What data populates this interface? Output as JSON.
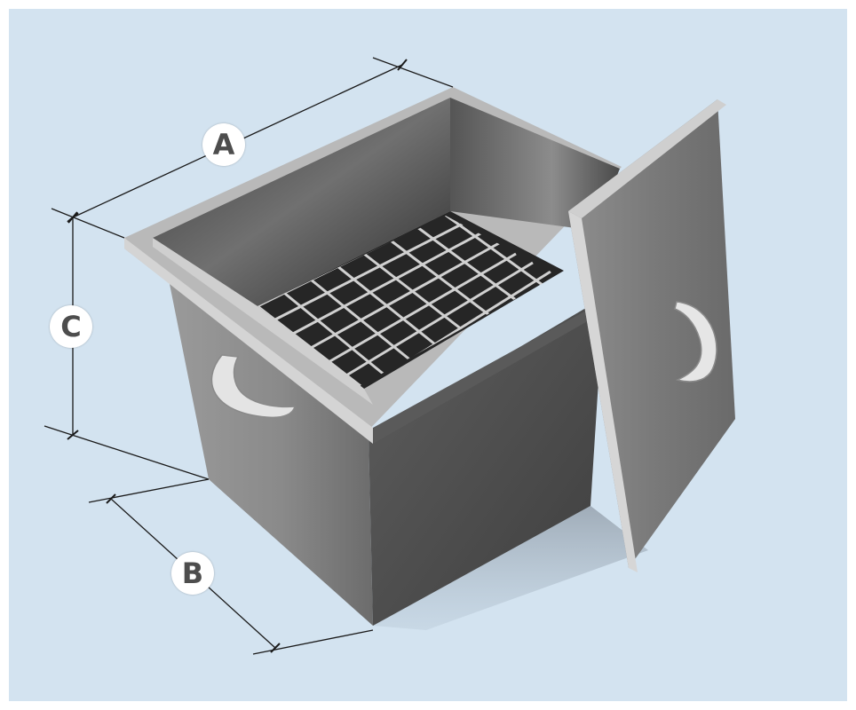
{
  "labels": {
    "a": "A",
    "b": "B",
    "c": "C"
  },
  "icons": {
    "box": "steel-box-icon",
    "lid": "lid-icon",
    "grid": "grid-rack-icon",
    "handle": "handle-icon"
  },
  "colors": {
    "background": "#d3e3f0",
    "dimension_line": "#1a1a1a",
    "label_text": "#4d4d4d",
    "label_fill": "#ffffff"
  }
}
